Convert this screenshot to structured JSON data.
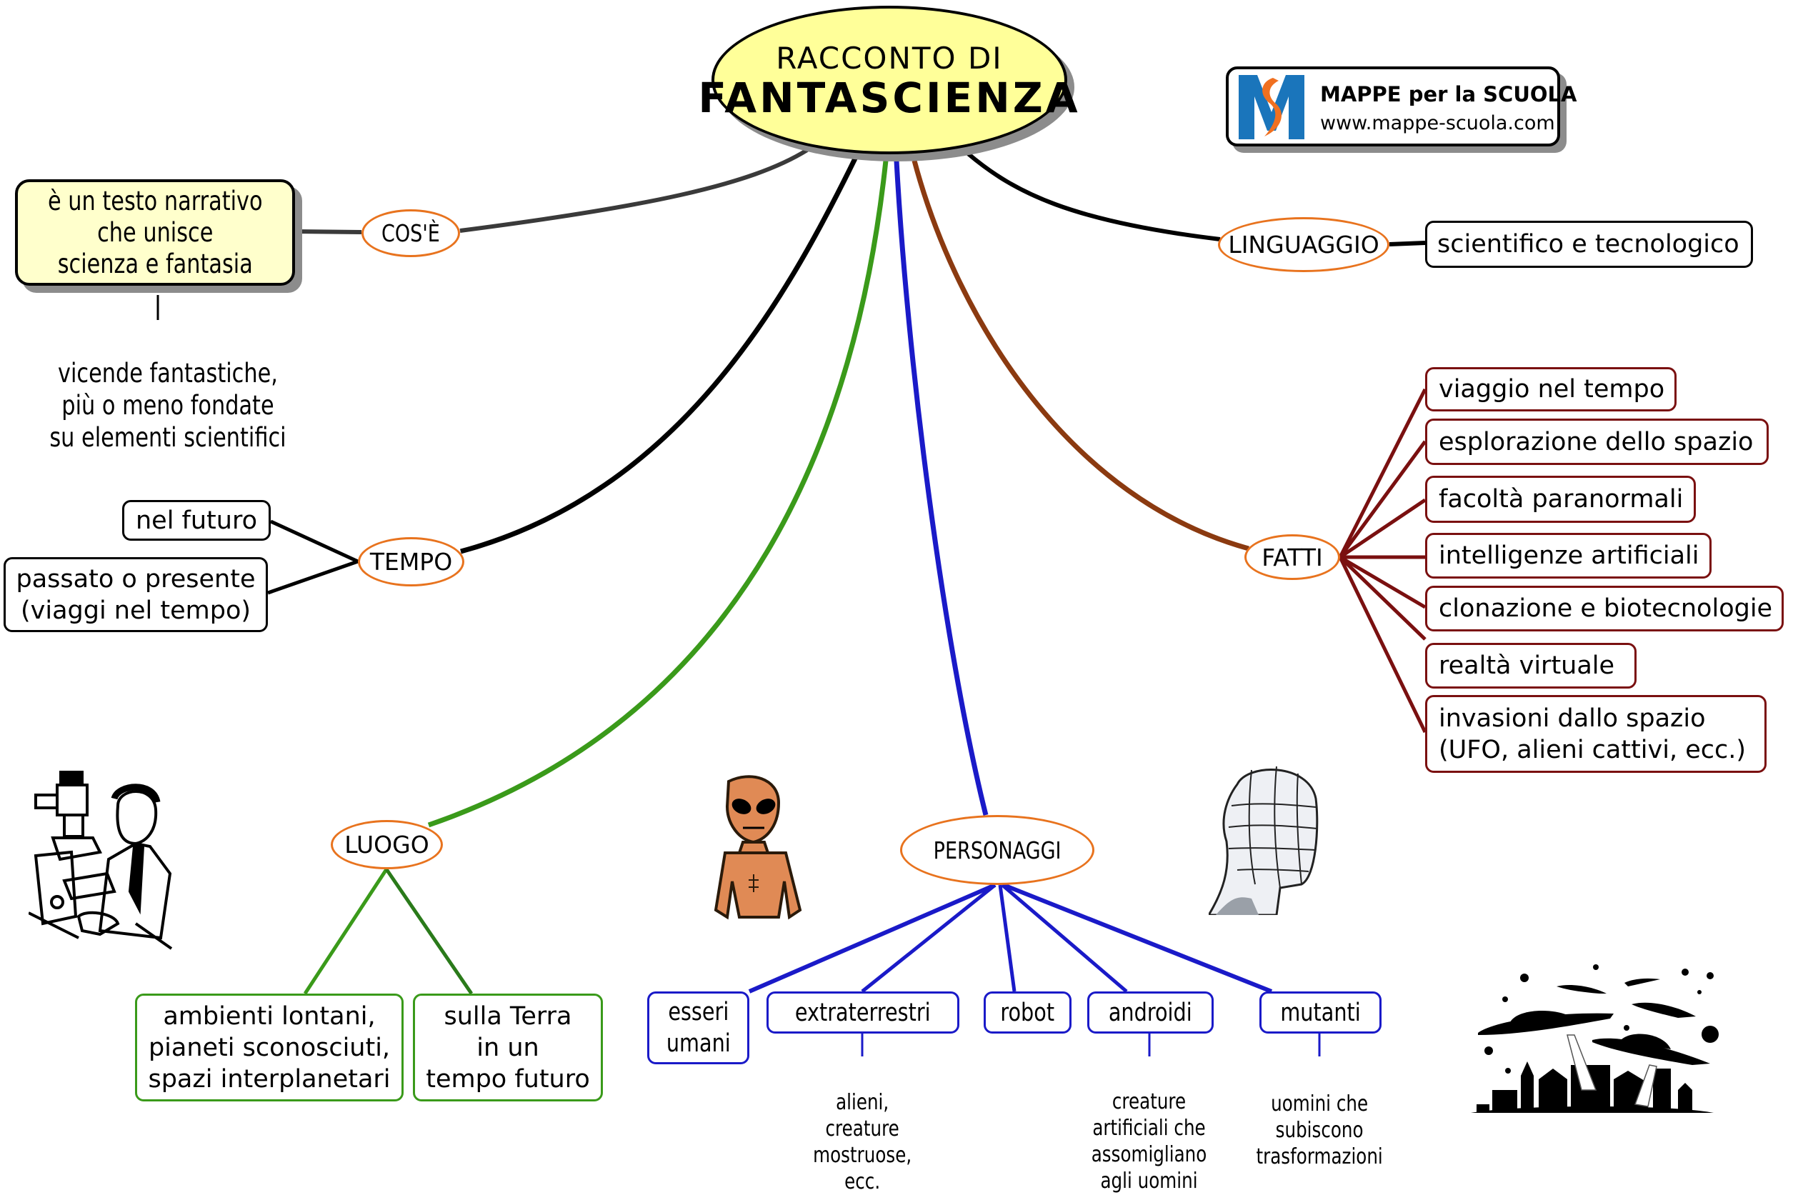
{
  "central": {
    "line1": "RACCONTO DI",
    "line2": "FANTASCIENZA",
    "fill": "#ffff99"
  },
  "logo": {
    "icon": "mappe-logo-icon",
    "title": "MAPPE per la SCUOLA",
    "url": "www.mappe-scuola.com",
    "brand_blue": "#1a75bb",
    "brand_orange": "#f07020"
  },
  "branches": {
    "cose": {
      "label": "COS'È",
      "definition": "è un testo narrativo\nche unisce\nscienza e fantasia",
      "note": "vicende fantastiche,\npiù o meno fondate\nsu elementi scientifici"
    },
    "linguaggio": {
      "label": "LINGUAGGIO",
      "items": [
        "scientifico e tecnologico"
      ]
    },
    "fatti": {
      "label": "FATTI",
      "color": "#7a1010",
      "items": [
        "viaggio nel tempo",
        "esplorazione dello spazio",
        "facoltà paranormali",
        "intelligenze artificiali",
        "clonazione e biotecnologie",
        "realtà virtuale",
        "invasioni dallo spazio\n(UFO, alieni cattivi, ecc.)"
      ]
    },
    "tempo": {
      "label": "TEMPO",
      "items": [
        "nel futuro",
        "passato o presente\n(viaggi nel tempo)"
      ]
    },
    "luogo": {
      "label": "LUOGO",
      "color": "#3a9a1a",
      "items": [
        "ambienti lontani,\npianeti sconosciuti,\nspazi interplanetari",
        "sulla Terra\nin un\ntempo futuro"
      ]
    },
    "personaggi": {
      "label": "PERSONAGGI",
      "color": "#1a1ac8",
      "items": [
        {
          "label": "esseri\numani",
          "note": ""
        },
        {
          "label": "extraterrestri",
          "note": "alieni,\ncreature\nmostruose,\necc."
        },
        {
          "label": "robot",
          "note": ""
        },
        {
          "label": "androidi",
          "note": "creature\nartificiali che\nassomigliano\nagli uomini"
        },
        {
          "label": "mutanti",
          "note": "uomini che\nsubiscono\ntrasformazioni"
        }
      ]
    }
  },
  "illustrations": [
    "scientist-microscope-illustration",
    "alien-illustration",
    "android-head-illustration",
    "ufo-invasion-illustration"
  ],
  "colors": {
    "ellipse_border": "#e8731e",
    "link_cose": "#3a3a3a",
    "link_black": "#000000",
    "link_luogo": "#3a9a1a",
    "link_personaggi": "#1a1ac8",
    "link_fatti": "#8b3a10"
  }
}
